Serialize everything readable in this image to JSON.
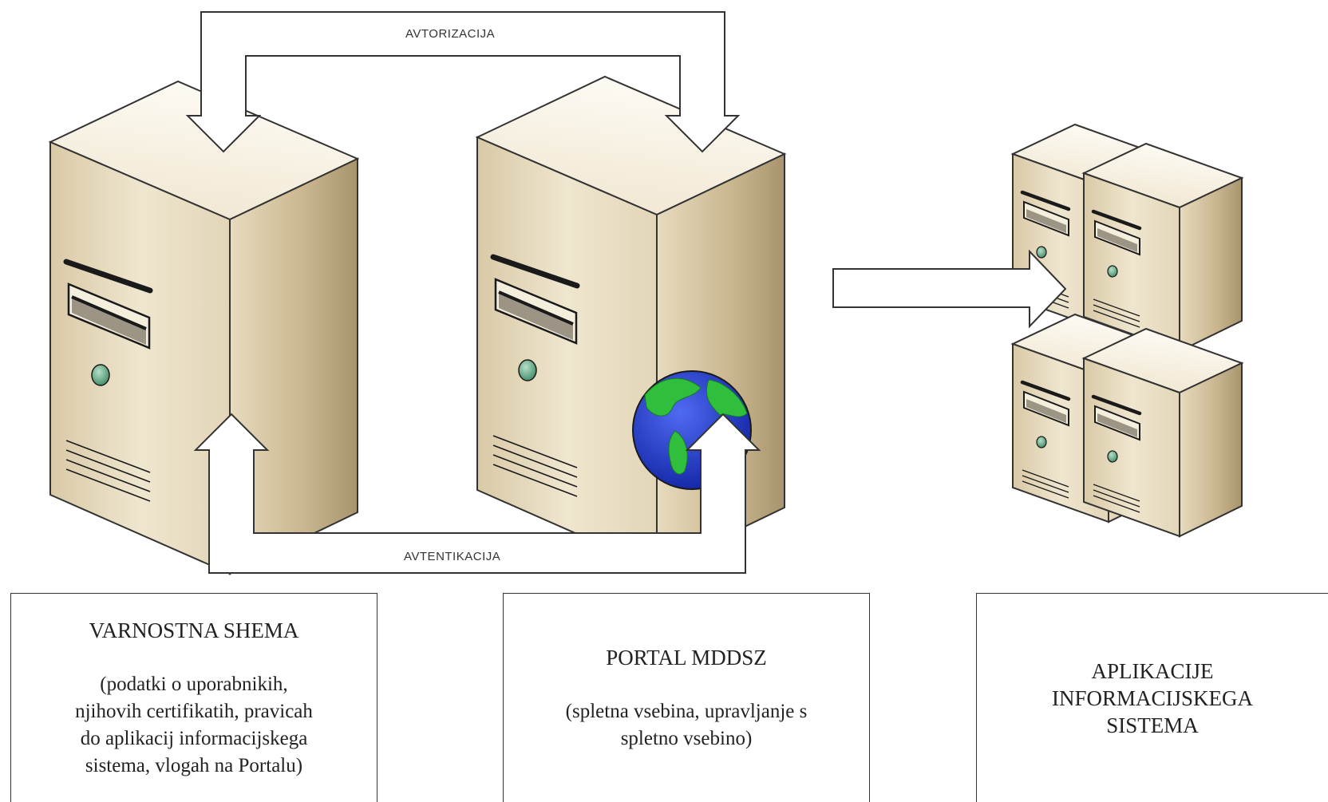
{
  "flow_labels": {
    "top": "AVTORIZACIJA",
    "bottom": "AVTENTIKACIJA"
  },
  "nodes": [
    {
      "id": "security",
      "icon": "server-tower-icon",
      "title": "VARNOSTNA SHEMA",
      "desc_lines": [
        "(podatki o uporabnikih,",
        "njihovih certifikatih, pravicah",
        "do aplikacij informacijskega",
        "sistema, vlogah na Portalu)"
      ]
    },
    {
      "id": "portal",
      "icon": "web-server-globe-icon",
      "title": "PORTAL MDDSZ",
      "desc_lines": [
        "(spletna vsebina, upravljanje s",
        "spletno vsebino)"
      ]
    },
    {
      "id": "apps",
      "icon": "server-cluster-icon",
      "title_lines": [
        "APLIKACIJE",
        "INFORMACIJSKEGA",
        "SISTEMA"
      ]
    }
  ],
  "colors": {
    "server_front": "#eee4cc",
    "server_side": "#c8b48d",
    "server_top": "#fbf6ea",
    "led": "#5fa381",
    "globe_ocean": "#1c34c8",
    "globe_land": "#2fbf3c",
    "stroke": "#333333"
  }
}
